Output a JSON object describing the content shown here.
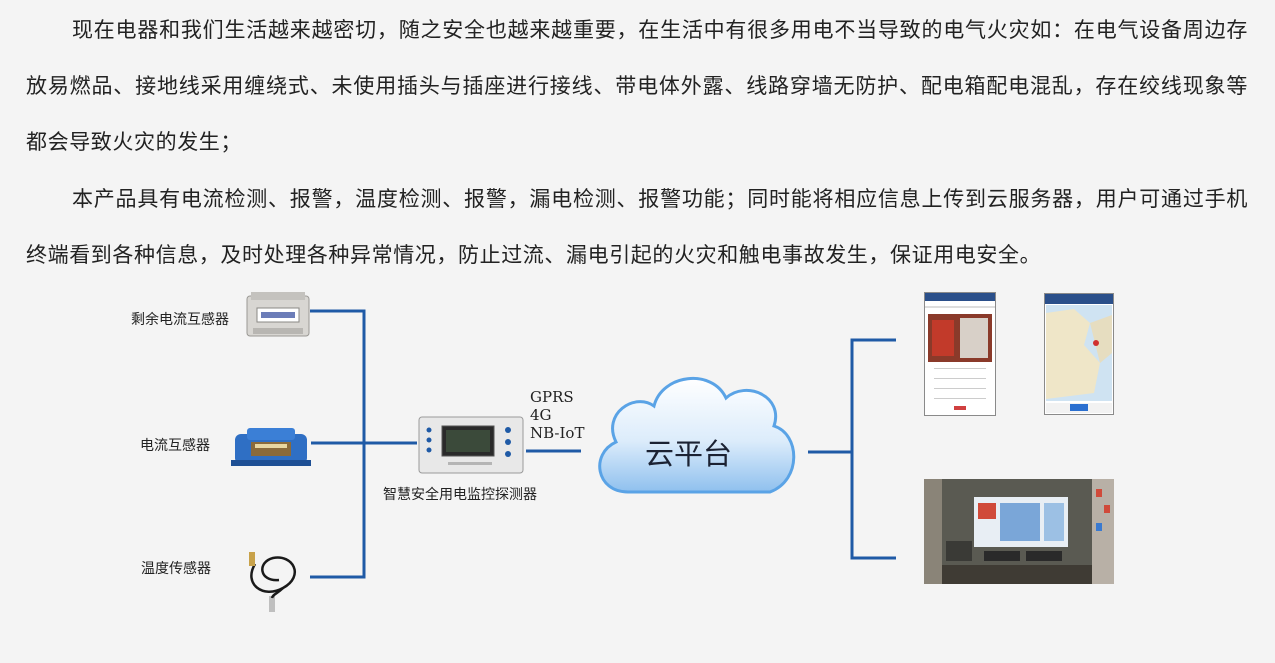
{
  "intro": {
    "paragraph1": "现在电器和我们生活越来越密切，随之安全也越来越重要，在生活中有很多用电不当导致的电气火灾如：在电气设备周边存放易燃品、接地线采用缠绕式、未使用插头与插座进行接线、带电体外露、线路穿墙无防护、配电箱配电混乱，存在绞线现象等都会导致火灾的发生；",
    "paragraph2": "本产品具有电流检测、报警，温度检测、报警，漏电检测、报警功能；同时能将相应信息上传到云服务器，用户可通过手机终端看到各种信息，及时处理各种异常情况，防止过流、漏电引起的火灾和触电事故发生，保证用电安全。"
  },
  "diagram": {
    "sensors": [
      {
        "label": "剩余电流互感器",
        "icon": "residual-current-transformer-icon"
      },
      {
        "label": "电流互感器",
        "icon": "current-transformer-icon"
      },
      {
        "label": "温度传感器",
        "icon": "temperature-sensor-icon"
      }
    ],
    "detector": {
      "label": "智慧安全用电监控探测器",
      "icon": "detector-device-icon"
    },
    "networks": [
      "GPRS",
      "4G",
      "NB-IoT"
    ],
    "cloud": {
      "label": "云平台",
      "icon": "cloud-icon"
    },
    "terminals": [
      {
        "icon": "mobile-app-screen-icon"
      },
      {
        "icon": "mobile-map-screen-icon"
      },
      {
        "icon": "monitoring-center-icon"
      }
    ]
  },
  "colors": {
    "line": "#1f5aa6",
    "cloud": "#5aa3e6",
    "text": "#222222"
  }
}
